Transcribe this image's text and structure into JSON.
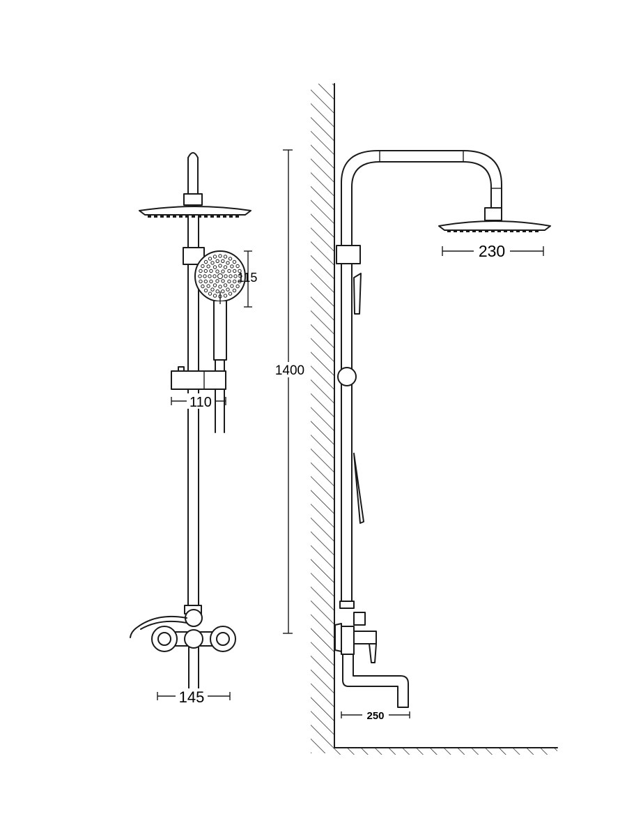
{
  "dimensions": {
    "rain_head_front_mm": "230",
    "hand_shower_mm": "115",
    "slide_bracket_mm": "110",
    "mixer_width_mm": "145",
    "total_height_mm": "1400",
    "spout_projection_mm": "250"
  },
  "colors": {
    "line": "#1a1a1a",
    "background": "#ffffff"
  }
}
